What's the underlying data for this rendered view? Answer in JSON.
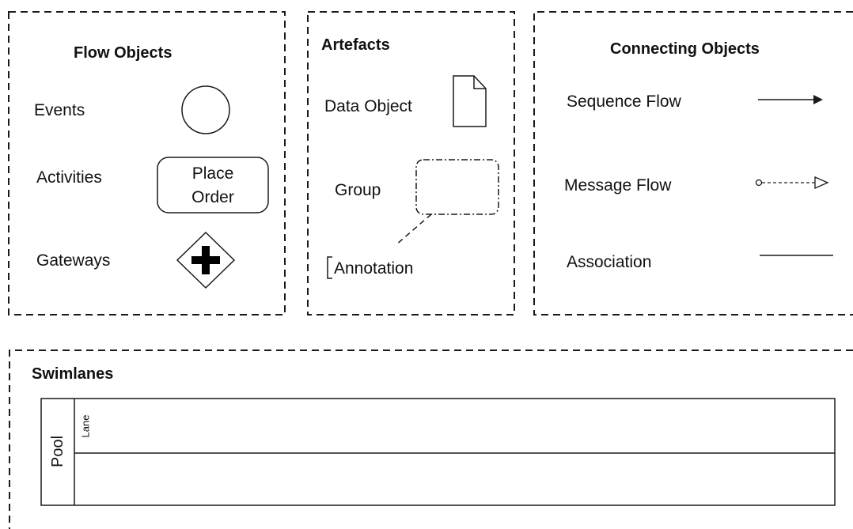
{
  "panels": {
    "flow_objects": {
      "title": "Flow Objects",
      "events_label": "Events",
      "activities_label": "Activities",
      "activity_line1": "Place",
      "activity_line2": "Order",
      "gateways_label": "Gateways"
    },
    "artefacts": {
      "title": "Artefacts",
      "data_object_label": "Data Object",
      "group_label": "Group",
      "annotation_label": "Annotation"
    },
    "connecting_objects": {
      "title": "Connecting Objects",
      "sequence_flow_label": "Sequence Flow",
      "message_flow_label": "Message Flow",
      "association_label": "Association"
    },
    "swimlanes": {
      "title": "Swimlanes",
      "pool_label": "Pool",
      "lane_label": "Lane"
    }
  },
  "colors": {
    "stroke": "#1a1a1a",
    "background": "#ffffff"
  }
}
